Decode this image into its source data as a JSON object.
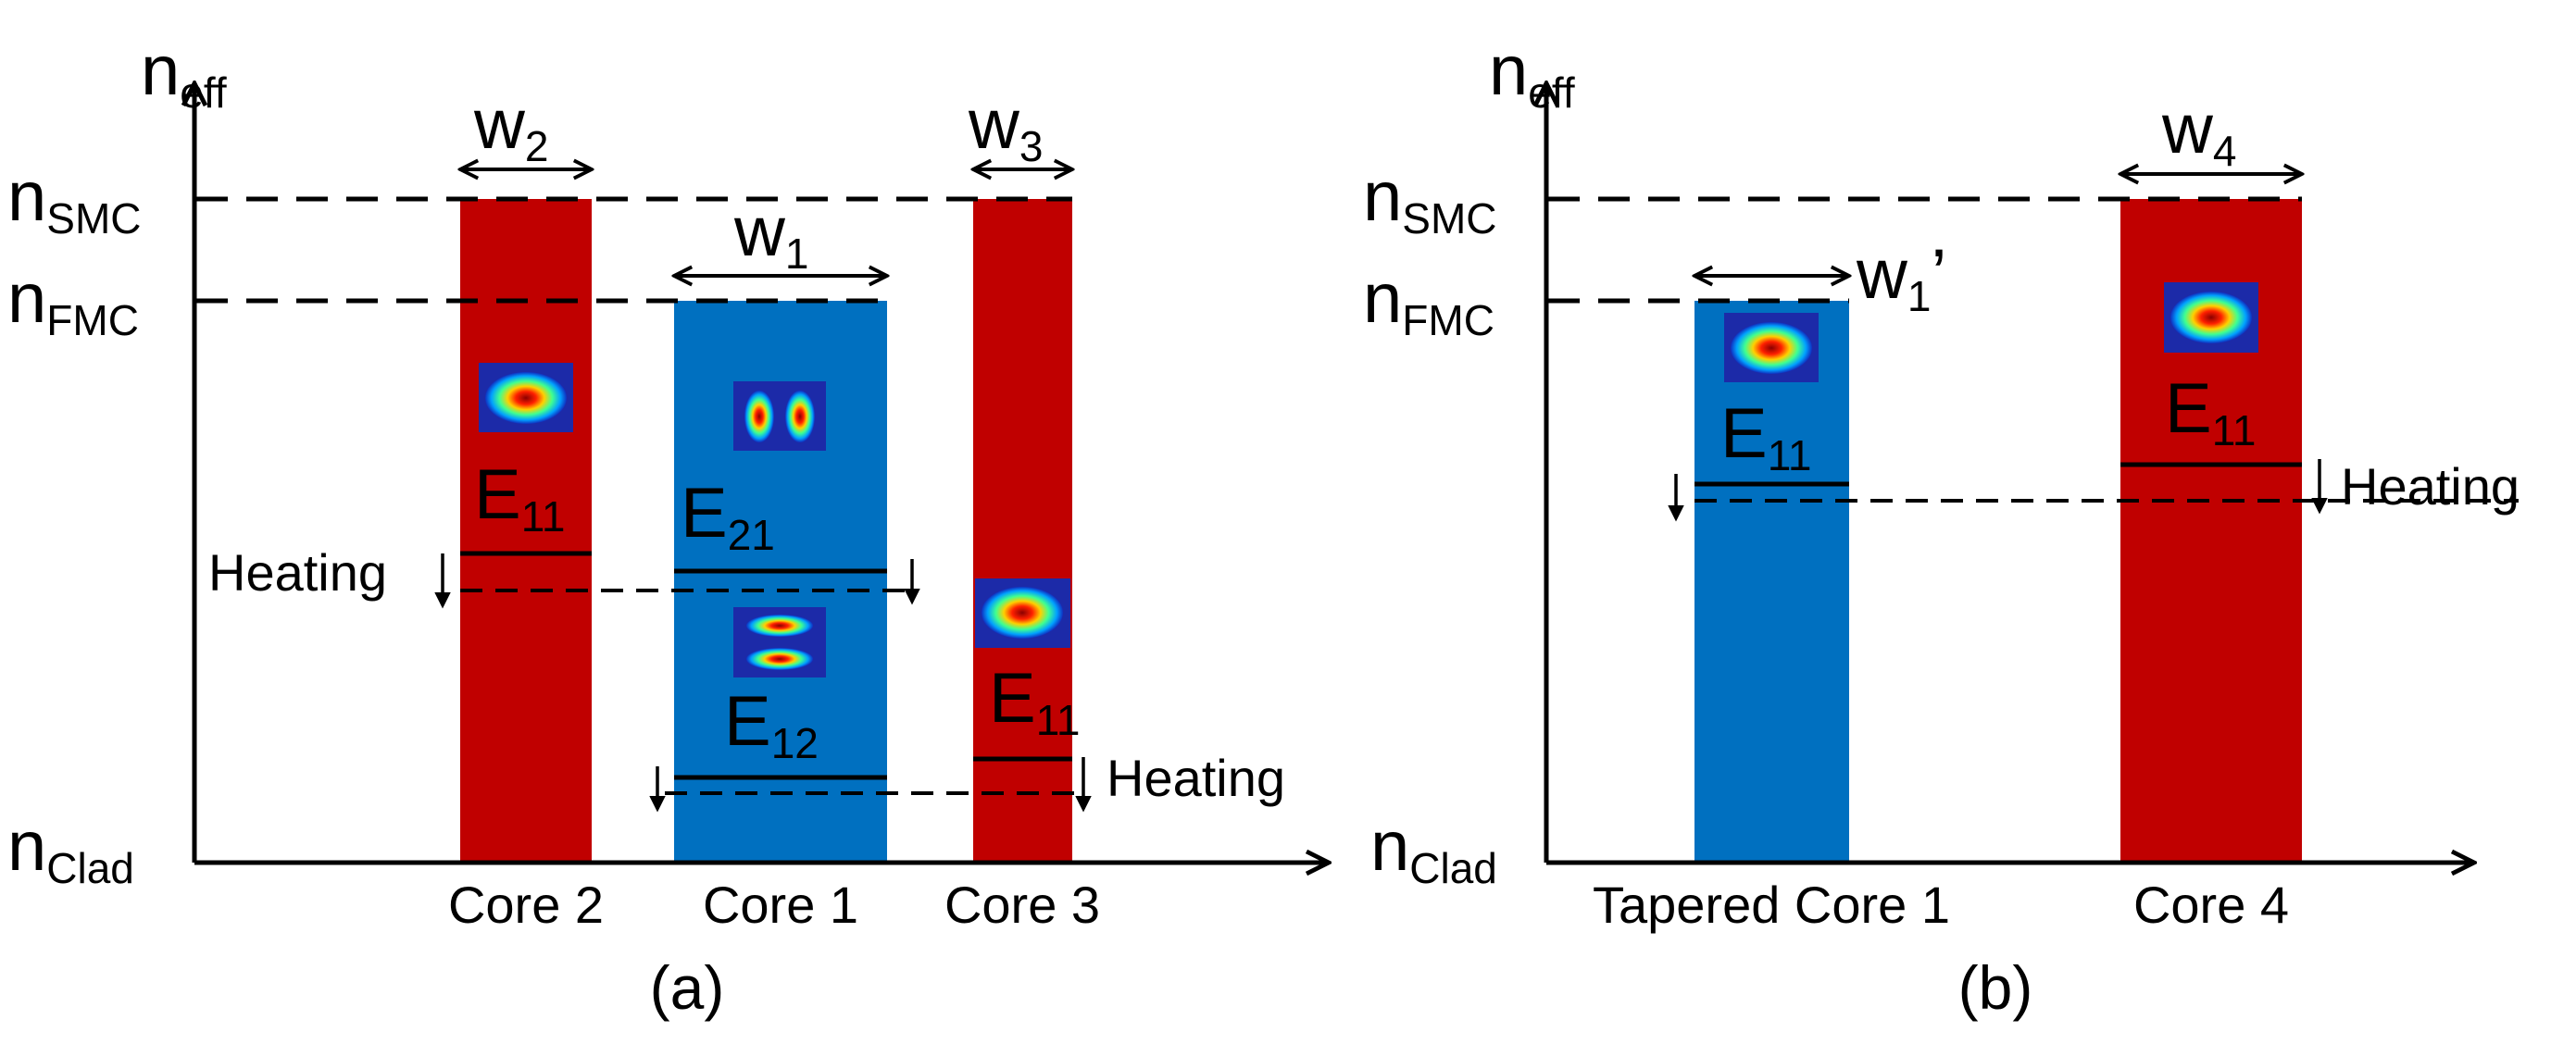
{
  "colors": {
    "red_core": "#C00000",
    "blue_core": "#0070C0",
    "line": "#000000"
  },
  "panel_a": {
    "y_axis": {
      "base": "n",
      "sub": "eff"
    },
    "levels": [
      {
        "base": "n",
        "sub": "SMC"
      },
      {
        "base": "n",
        "sub": "FMC"
      },
      {
        "base": "n",
        "sub": "Clad"
      }
    ],
    "widths": [
      {
        "base": "w",
        "sub": "2"
      },
      {
        "base": "w",
        "sub": "1"
      },
      {
        "base": "w",
        "sub": "3"
      }
    ],
    "modes": [
      {
        "base": "E",
        "sub": "11"
      },
      {
        "base": "E",
        "sub": "21"
      },
      {
        "base": "E",
        "sub": "12"
      },
      {
        "base": "E",
        "sub": "11"
      }
    ],
    "heating": [
      "Heating",
      "Heating"
    ],
    "cores": [
      "Core 2",
      "Core 1",
      "Core 3"
    ],
    "caption": "(a)"
  },
  "panel_b": {
    "y_axis": {
      "base": "n",
      "sub": "eff"
    },
    "levels": [
      {
        "base": "n",
        "sub": "SMC"
      },
      {
        "base": "n",
        "sub": "FMC"
      },
      {
        "base": "n",
        "sub": "Clad"
      }
    ],
    "widths": [
      {
        "base": "w",
        "sub": "1",
        "suffix": "’"
      },
      {
        "base": "w",
        "sub": "4"
      }
    ],
    "modes": [
      {
        "base": "E",
        "sub": "11"
      },
      {
        "base": "E",
        "sub": "11"
      }
    ],
    "heating": [
      "Heating"
    ],
    "cores": [
      "Tapered Core 1",
      "Core 4"
    ],
    "caption": "(b)"
  }
}
